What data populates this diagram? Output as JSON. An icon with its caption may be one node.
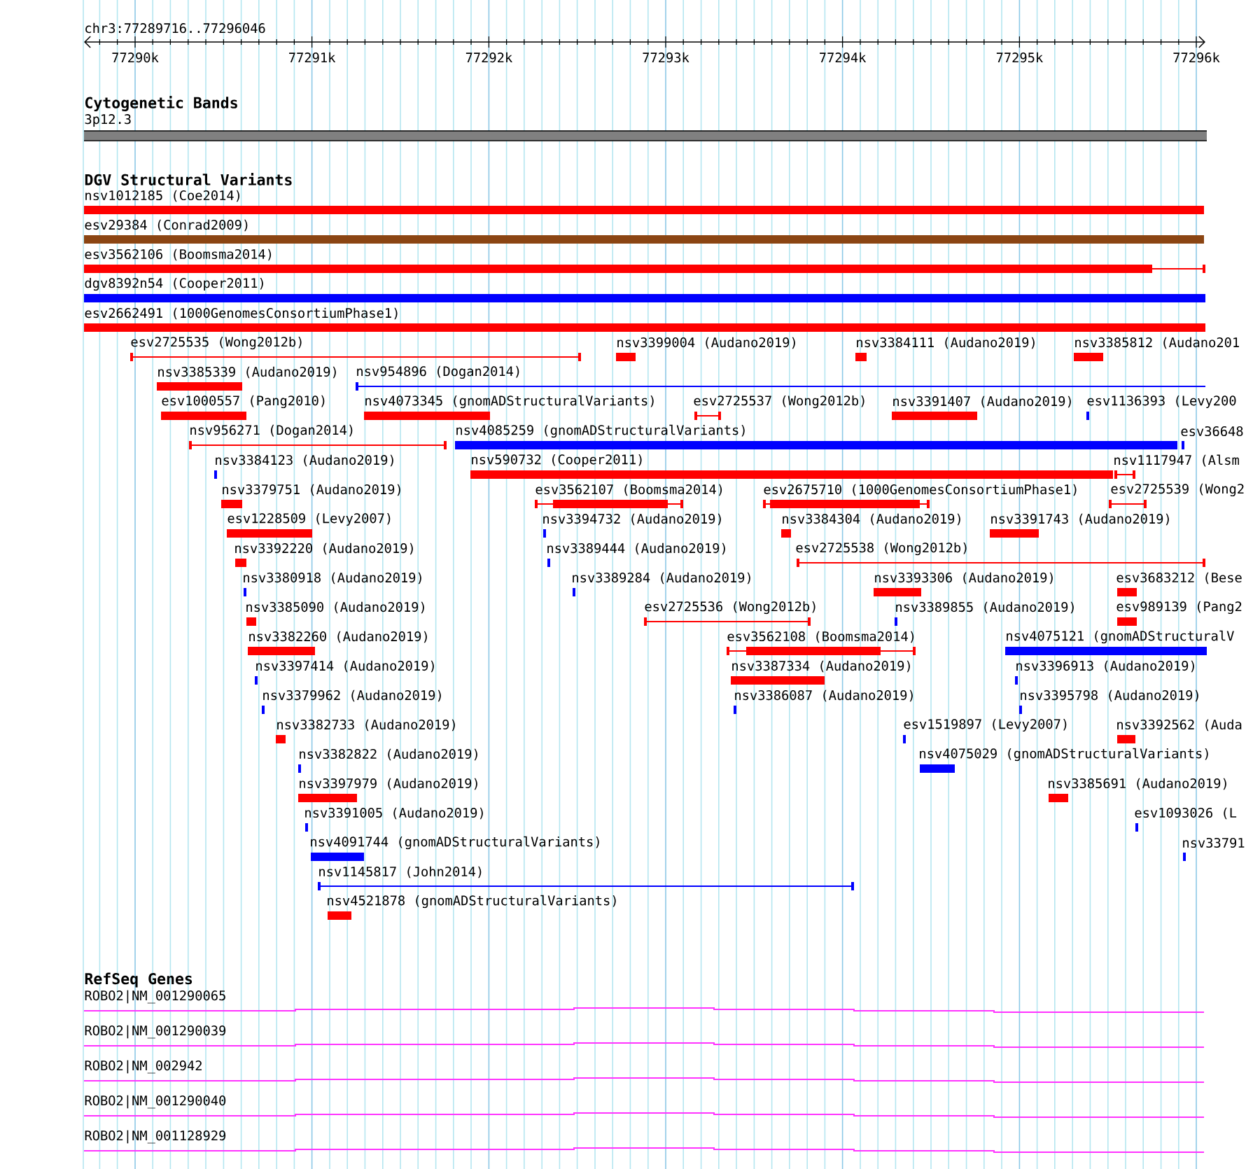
{
  "diagram": {
    "nodes": [
      {
        "text": [
          "3p12.3"
        ]
      },
      {
        "text": [
          "nsv1012185 (Coe2014)"
        ]
      },
      {
        "text": [
          "esv29384 (Conrad2009)"
        ]
      },
      {
        "text": [
          "esv3562106 (Boomsma2014)"
        ]
      },
      {
        "text": [
          "dgv8392n54 (Cooper2011)"
        ]
      },
      {
        "text": [
          "esv2662491 (1000GenomesConsortiumPhase1)"
        ]
      },
      {
        "text": [
          "esv2725535 (Wong2012b)"
        ]
      },
      {
        "text": [
          "nsv3399004 (Audano2019)"
        ]
      },
      {
        "text": [
          "nsv3384111 (Audano2019)"
        ]
      },
      {
        "text": [
          "nsv3385812 (Audano201"
        ]
      },
      {
        "text": [
          "nsv3385339 (Audano2019)"
        ]
      },
      {
        "text": [
          "nsv954896 (Dogan2014)"
        ]
      },
      {
        "text": [
          "esv1000557 (Pang2010)"
        ]
      },
      {
        "text": [
          "nsv4073345 (gnomADStructuralVariants)"
        ]
      },
      {
        "text": [
          "esv2725537 (Wong2012b)"
        ]
      },
      {
        "text": [
          "nsv3391407 (Audano2019)"
        ]
      },
      {
        "text": [
          "esv1136393 (Levy200"
        ]
      },
      {
        "text": [
          "nsv956271 (Dogan2014)"
        ]
      },
      {
        "text": [
          "nsv4085259 (gnomADStructuralVariants)"
        ]
      },
      {
        "text": [
          "esv36648"
        ]
      },
      {
        "text": [
          "nsv3384123 (Audano2019)"
        ]
      },
      {
        "text": [
          "nsv590732 (Cooper2011)"
        ]
      },
      {
        "text": [
          "nsv1117947 (Alsm"
        ]
      },
      {
        "text": [
          "nsv3379751 (Audano2019)"
        ]
      },
      {
        "text": [
          "esv3562107 (Boomsma2014)"
        ]
      },
      {
        "text": [
          "esv2675710 (1000GenomesConsortiumPhase1)"
        ]
      },
      {
        "text": [
          "esv2725539 (Wong2"
        ]
      },
      {
        "text": [
          "esv1228509 (Levy2007)"
        ]
      },
      {
        "text": [
          "nsv3394732 (Audano2019)"
        ]
      },
      {
        "text": [
          "nsv3384304 (Audano2019)"
        ]
      },
      {
        "text": [
          "nsv3391743 (Audano2019)"
        ]
      },
      {
        "text": [
          "nsv3392220 (Audano2019)"
        ]
      },
      {
        "text": [
          "nsv3389444 (Audano2019)"
        ]
      },
      {
        "text": [
          "esv2725538 (Wong2012b)"
        ]
      },
      {
        "text": [
          "nsv3380918 (Audano2019)"
        ]
      },
      {
        "text": [
          "nsv3389284 (Audano2019)"
        ]
      },
      {
        "text": [
          "nsv3393306 (Audano2019)"
        ]
      },
      {
        "text": [
          "esv3683212 (Bese"
        ]
      },
      {
        "text": [
          "nsv3385090 (Audano2019)"
        ]
      },
      {
        "text": [
          "esv2725536 (Wong2012b)"
        ]
      },
      {
        "text": [
          "nsv3389855 (Audano2019)"
        ]
      },
      {
        "text": [
          "esv989139 (Pang2"
        ]
      },
      {
        "text": [
          "nsv3382260 (Audano2019)"
        ]
      },
      {
        "text": [
          "esv3562108 (Boomsma2014)"
        ]
      },
      {
        "text": [
          "nsv4075121 (gnomADStructuralV"
        ]
      },
      {
        "text": [
          "nsv3397414 (Audano2019)"
        ]
      },
      {
        "text": [
          "nsv3387334 (Audano2019)"
        ]
      },
      {
        "text": [
          "nsv3396913 (Audano2019)"
        ]
      },
      {
        "text": [
          "nsv3379962 (Audano2019)"
        ]
      },
      {
        "text": [
          "nsv3386087 (Audano2019)"
        ]
      },
      {
        "text": [
          "nsv3395798 (Audano2019)"
        ]
      },
      {
        "text": [
          "nsv3382733 (Audano2019)"
        ]
      },
      {
        "text": [
          "esv1519897 (Levy2007)"
        ]
      },
      {
        "text": [
          "nsv3392562 (Auda"
        ]
      },
      {
        "text": [
          "nsv3382822 (Audano2019)"
        ]
      },
      {
        "text": [
          "nsv4075029 (gnomADStructuralVariants)"
        ]
      },
      {
        "text": [
          "nsv3397979 (Audano2019)"
        ]
      },
      {
        "text": [
          "nsv3385691 (Audano2019)"
        ]
      },
      {
        "text": [
          "nsv3391005 (Audano2019)"
        ]
      },
      {
        "text": [
          "esv1093026 (L"
        ]
      },
      {
        "text": [
          "nsv4091744 (gnomADStructuralVariants)"
        ]
      },
      {
        "text": [
          "nsv33791"
        ]
      },
      {
        "text": [
          "nsv1145817 (John2014)"
        ]
      },
      {
        "text": [
          "nsv4521878 (gnomADStructuralVariants)"
        ]
      },
      {
        "text": [
          "ROBO2|NM_001290065"
        ]
      },
      {
        "text": [
          "ROBO2|NM_001290039"
        ]
      },
      {
        "text": [
          "ROBO2|NM_002942"
        ]
      },
      {
        "text": [
          "ROBO2|NM_001290040"
        ]
      },
      {
        "text": [
          "ROBO2|NM_001128929"
        ]
      }
    ],
    "labels": [
      "chr3:77289716..77296046",
      "77290k",
      "77291k",
      "77292k",
      "77293k",
      "77294k",
      "77295k",
      "77296k",
      "Cytogenetic Bands",
      "DGV Structural Variants",
      "RefSeq Genes"
    ]
  }
}
